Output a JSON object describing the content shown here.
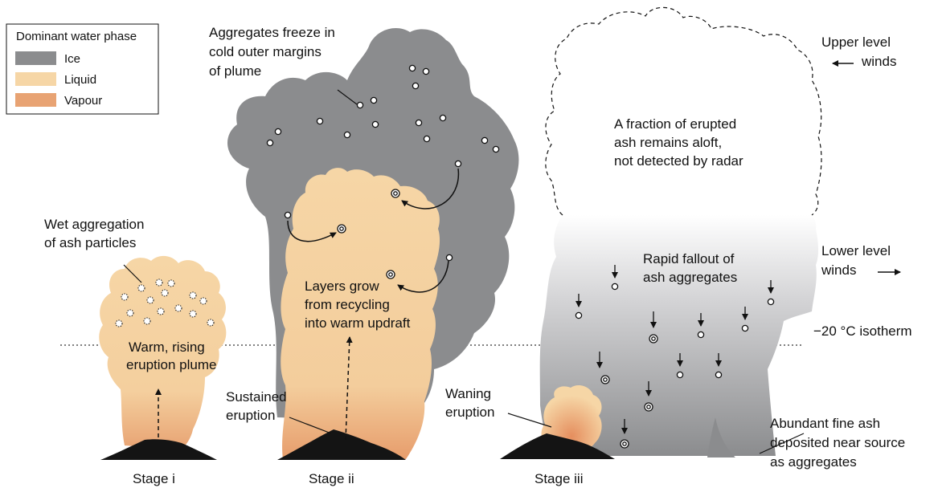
{
  "colors": {
    "ice": "#8b8c8e",
    "liquid": "#f6d6a6",
    "vapour": "#e8a373",
    "volcano": "#141414"
  },
  "legend": {
    "title": "Dominant water phase",
    "items": [
      {
        "label": "Ice"
      },
      {
        "label": "Liquid"
      },
      {
        "label": "Vapour"
      }
    ]
  },
  "labels": {
    "wet_aggregation_1": "Wet aggregation",
    "wet_aggregation_2": "of ash particles",
    "warm_plume_1": "Warm, rising",
    "warm_plume_2": "eruption plume",
    "freeze_1": "Aggregates freeze in",
    "freeze_2": "cold outer margins",
    "freeze_3": "of plume",
    "layers_1": "Layers grow",
    "layers_2": "from recycling",
    "layers_3": "into warm updraft",
    "sustained_1": "Sustained",
    "sustained_2": "eruption",
    "waning_1": "Waning",
    "waning_2": "eruption",
    "fraction_1": "A fraction of erupted",
    "fraction_2": "ash remains aloft,",
    "fraction_3": "not detected by radar",
    "upper_winds_1": "Upper level",
    "upper_winds_2": "winds",
    "lower_winds_1": "Lower level",
    "lower_winds_2": "winds",
    "fallout_1": "Rapid fallout of",
    "fallout_2": "ash aggregates",
    "isotherm": "−20 °C isotherm",
    "abundant_1": "Abundant fine ash",
    "abundant_2": "deposited near source",
    "abundant_3": "as aggregates"
  },
  "stages": {
    "i": "Stage i",
    "ii": "Stage ii",
    "iii": "Stage iii"
  }
}
